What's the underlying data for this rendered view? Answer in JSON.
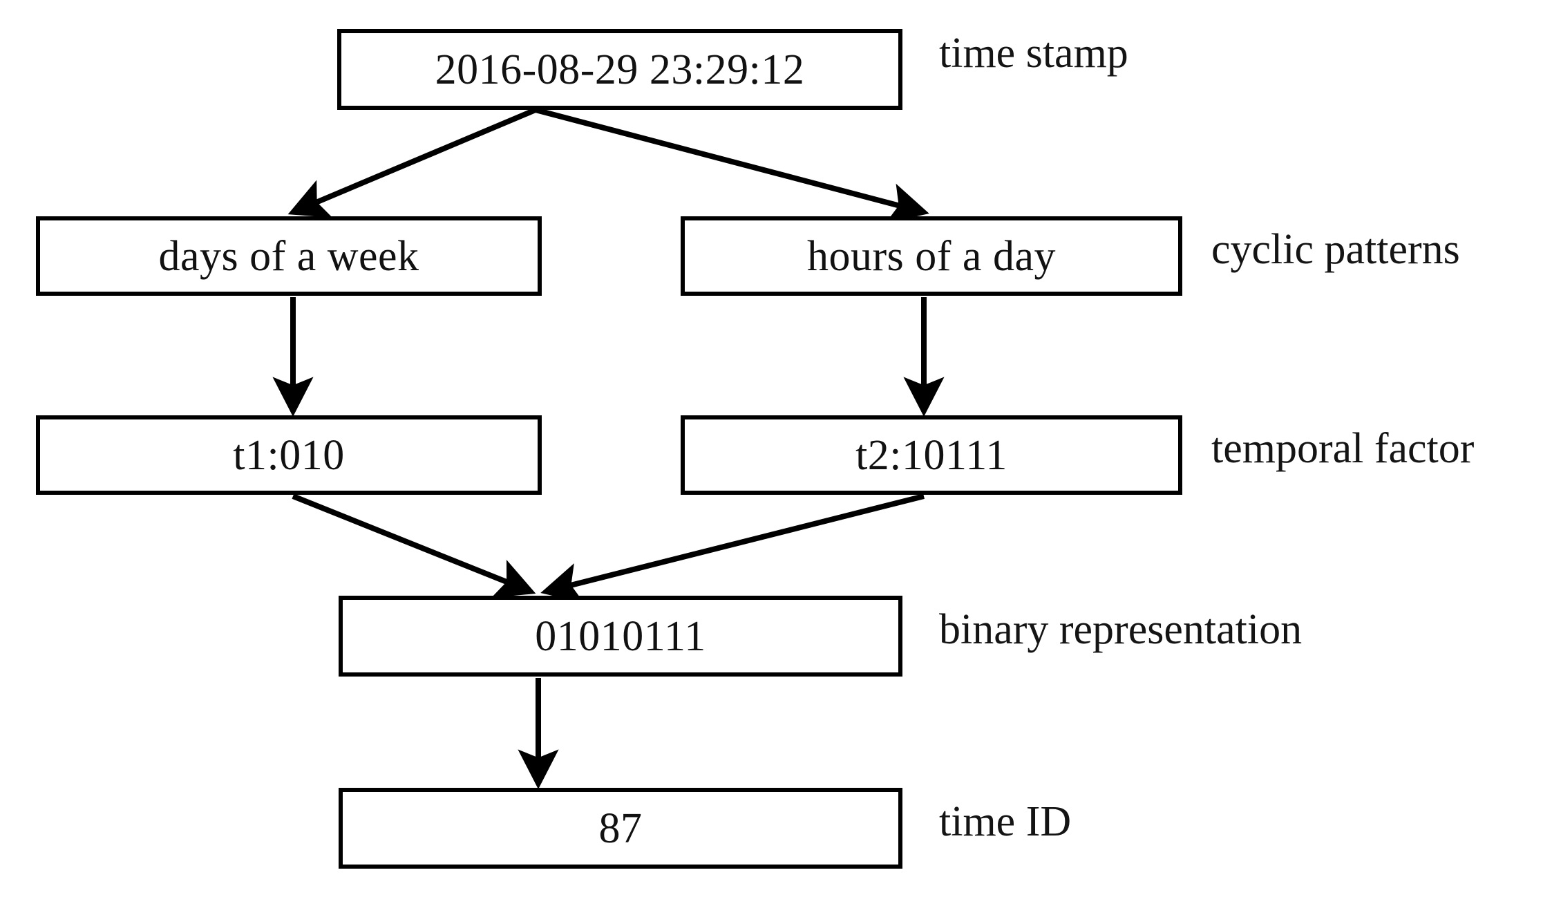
{
  "figure": {
    "title": "time stamp to time ID encoding flow",
    "background_color": "#ffffff",
    "stroke_color": "#000000",
    "text_color": "#111111"
  },
  "nodes": {
    "timestamp": {
      "text": "2016-08-29 23:29:12"
    },
    "days_of_week": {
      "text": "days of a week"
    },
    "hours_of_day": {
      "text": "hours of a day"
    },
    "t1": {
      "text": "t1:010"
    },
    "t2": {
      "text": "t2:10111"
    },
    "binary": {
      "text": "01010111"
    },
    "time_id": {
      "text": "87"
    }
  },
  "row_labels": {
    "timestamp": "time stamp",
    "cyclic_patterns": "cyclic patterns",
    "temporal_factor": "temporal factor",
    "binary_representation": "binary representation",
    "time_id": "time ID"
  },
  "edges": [
    {
      "from": "timestamp",
      "to": "days_of_week",
      "style": "arrow"
    },
    {
      "from": "timestamp",
      "to": "hours_of_day",
      "style": "arrow"
    },
    {
      "from": "days_of_week",
      "to": "t1",
      "style": "arrow"
    },
    {
      "from": "hours_of_day",
      "to": "t2",
      "style": "arrow"
    },
    {
      "from": "t1",
      "to": "binary",
      "style": "arrow"
    },
    {
      "from": "t2",
      "to": "binary",
      "style": "arrow"
    },
    {
      "from": "binary",
      "to": "time_id",
      "style": "arrow"
    }
  ]
}
